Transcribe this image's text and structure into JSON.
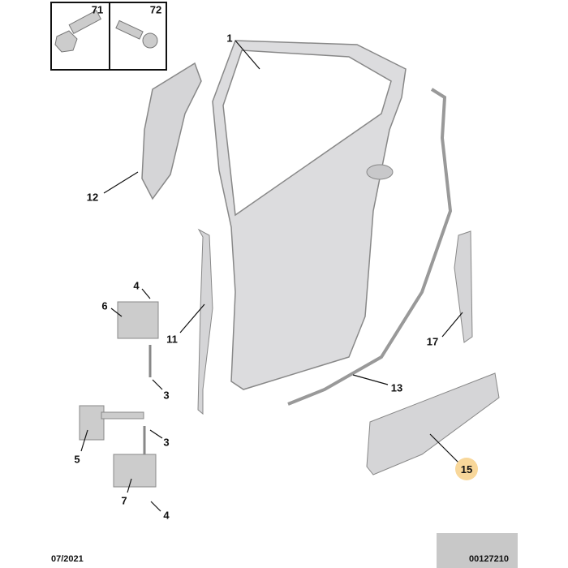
{
  "labels": {
    "l71": "71",
    "l72": "72",
    "l1": "1",
    "l12": "12",
    "l4a": "4",
    "l6": "6",
    "l11": "11",
    "l3a": "3",
    "l5": "5",
    "l3b": "3",
    "l7": "7",
    "l4b": "4",
    "l13": "13",
    "l17": "17",
    "l15": "15"
  },
  "footer": {
    "date": "07/2021",
    "code": "00127210"
  },
  "colors": {
    "part_fill": "#d9d9db",
    "part_stroke": "#8a8a8e",
    "highlight": "#f8d79a"
  }
}
